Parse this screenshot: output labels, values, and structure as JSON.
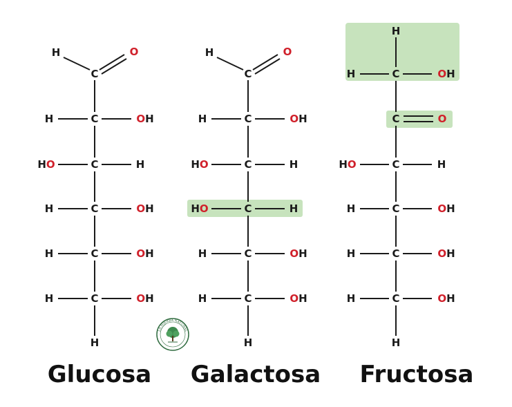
{
  "colors": {
    "bond": "#1a1a1a",
    "carbon_hydrogen": "#1a1a1a",
    "oxygen": "#d0202a",
    "highlight": "#c7e3bd"
  },
  "atoms": {
    "C": "C",
    "H": "H",
    "O": "O",
    "OH_O": "O",
    "OH_H": "H",
    "HO_H": "H",
    "HO_O": "O"
  },
  "labels": {
    "glucosa": "Glucosa",
    "galactosa": "Galactosa",
    "fructosa": "Fructosa"
  },
  "logo": {
    "text": "LA HIERBA NATURAL",
    "icon": "tree-icon"
  }
}
